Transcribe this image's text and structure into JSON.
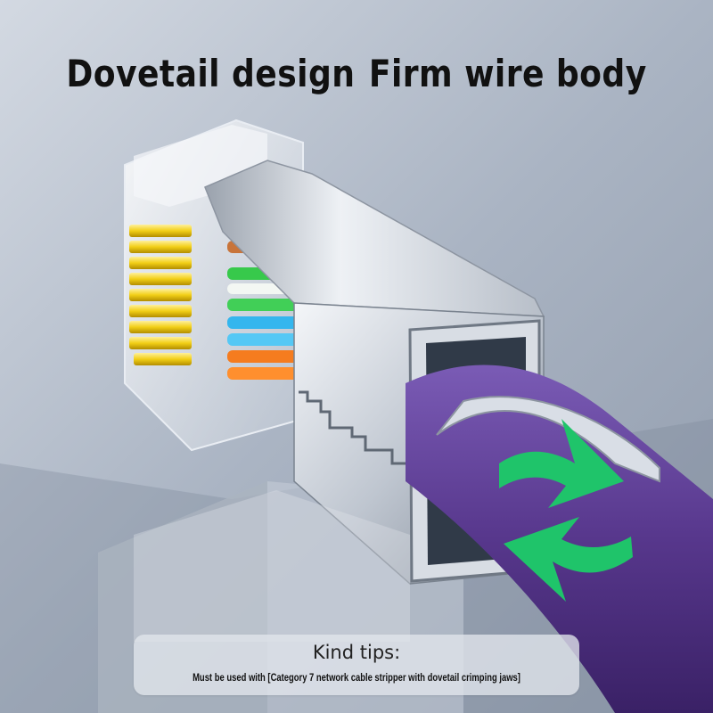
{
  "headline": {
    "part1": "Dovetail design",
    "part2": "Firm wire body"
  },
  "tips": {
    "title": "Kind tips:",
    "note": "Must be used with [Category 7 network cable stripper with dovetail crimping jaws]"
  },
  "colors": {
    "background": "#aeb8c6",
    "shield": "#c9cfd8",
    "cable": "#5b3d91",
    "arrows": "#1fc46a",
    "contacts": "#f2d21b"
  },
  "icons": [
    "rotation-arrow-icon"
  ]
}
